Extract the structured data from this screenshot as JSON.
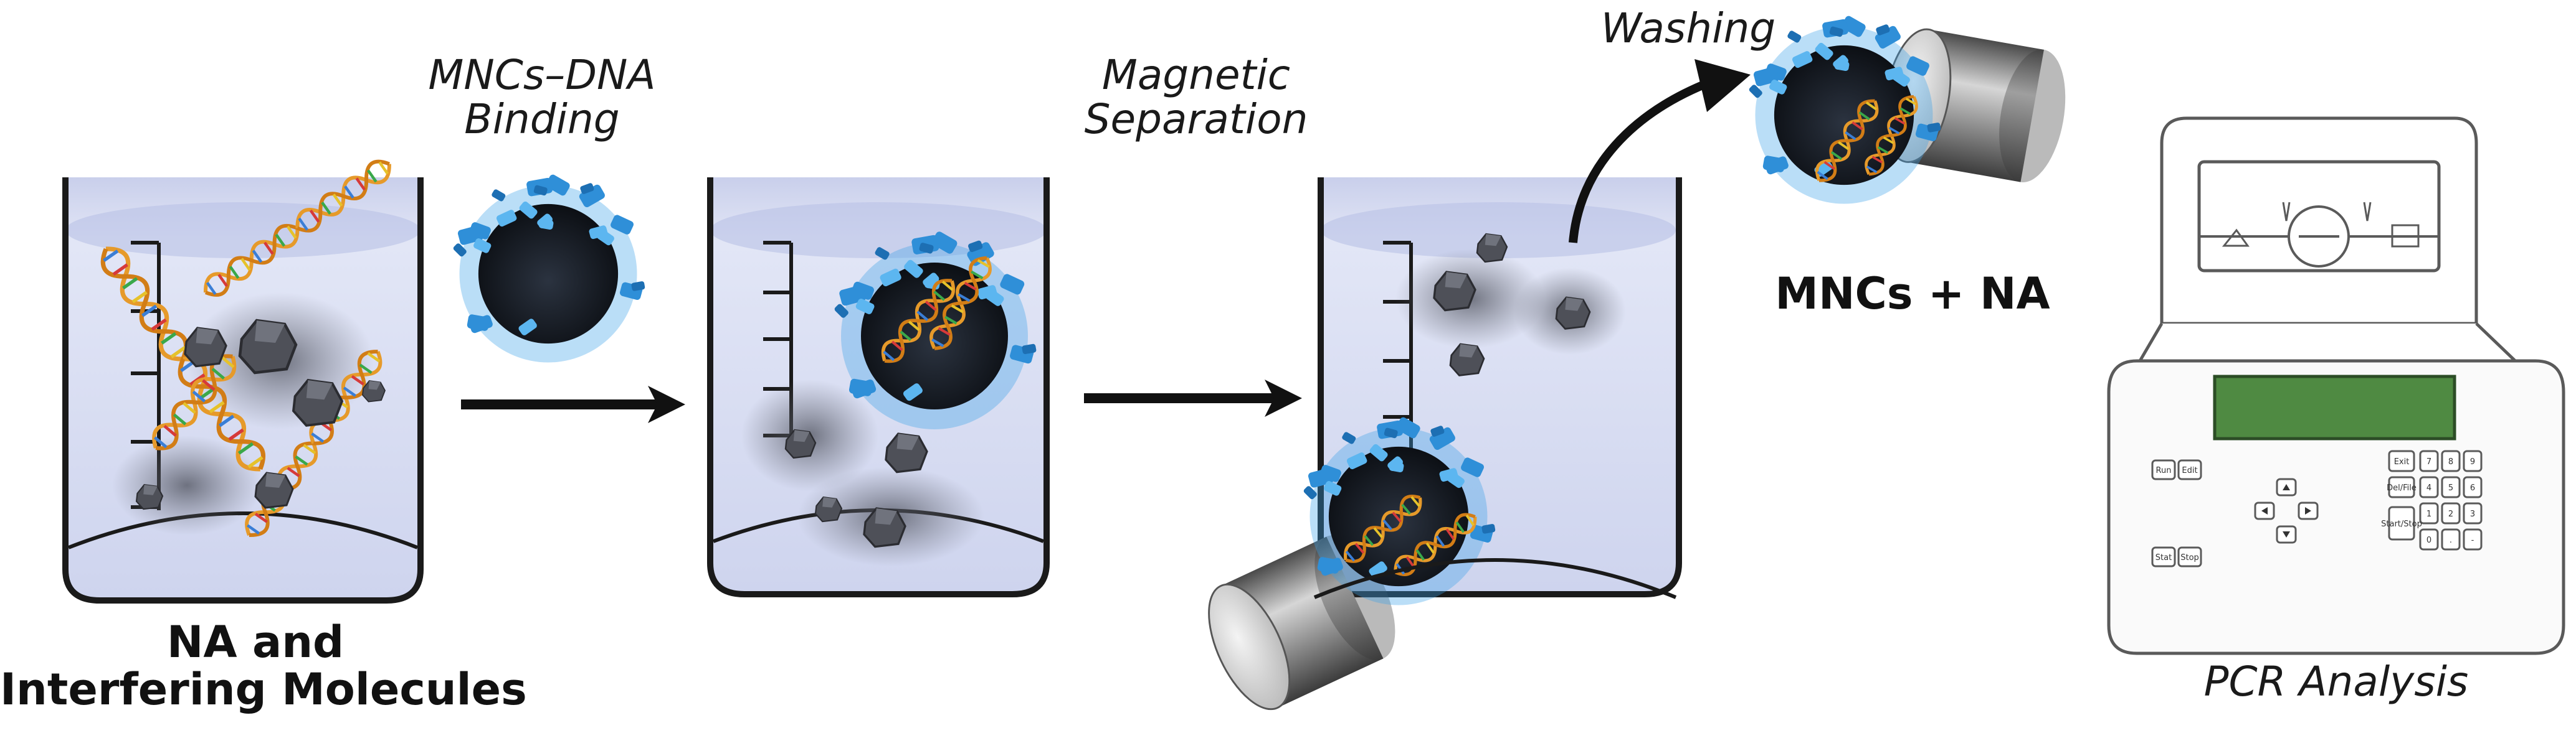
{
  "labels": {
    "mncs_dna_binding": [
      "MNCs–DNA",
      "Binding"
    ],
    "magnetic_separation": [
      "Magnetic",
      "Separation"
    ],
    "washing": "Washing",
    "mncs_na": "MNCs + NA",
    "na_interfering": [
      "NA and",
      "Interfering Molecules"
    ],
    "pcr_analysis": "PCR Analysis"
  },
  "pcr_keypad": {
    "left_keys": [
      "Run",
      "Edit",
      "Stat",
      "Stop"
    ],
    "right_keys": [
      [
        "Exit",
        "7",
        "8",
        "9"
      ],
      [
        "Del/File",
        "4",
        "5",
        "6"
      ],
      [
        "",
        "1",
        "2",
        "3"
      ],
      [
        "Start/Stop",
        "0",
        ".",
        "-"
      ]
    ]
  },
  "colors": {
    "liquid": "#d4d9ef",
    "beaker_line": "#1a1a1a",
    "nanocluster_blue": "#2f8fd8",
    "nanocluster_core": "#151a22",
    "dna_orange": "#e69a2a",
    "magnet_steel": "#8c8c8c",
    "pcr_display": "#4f8a42"
  }
}
